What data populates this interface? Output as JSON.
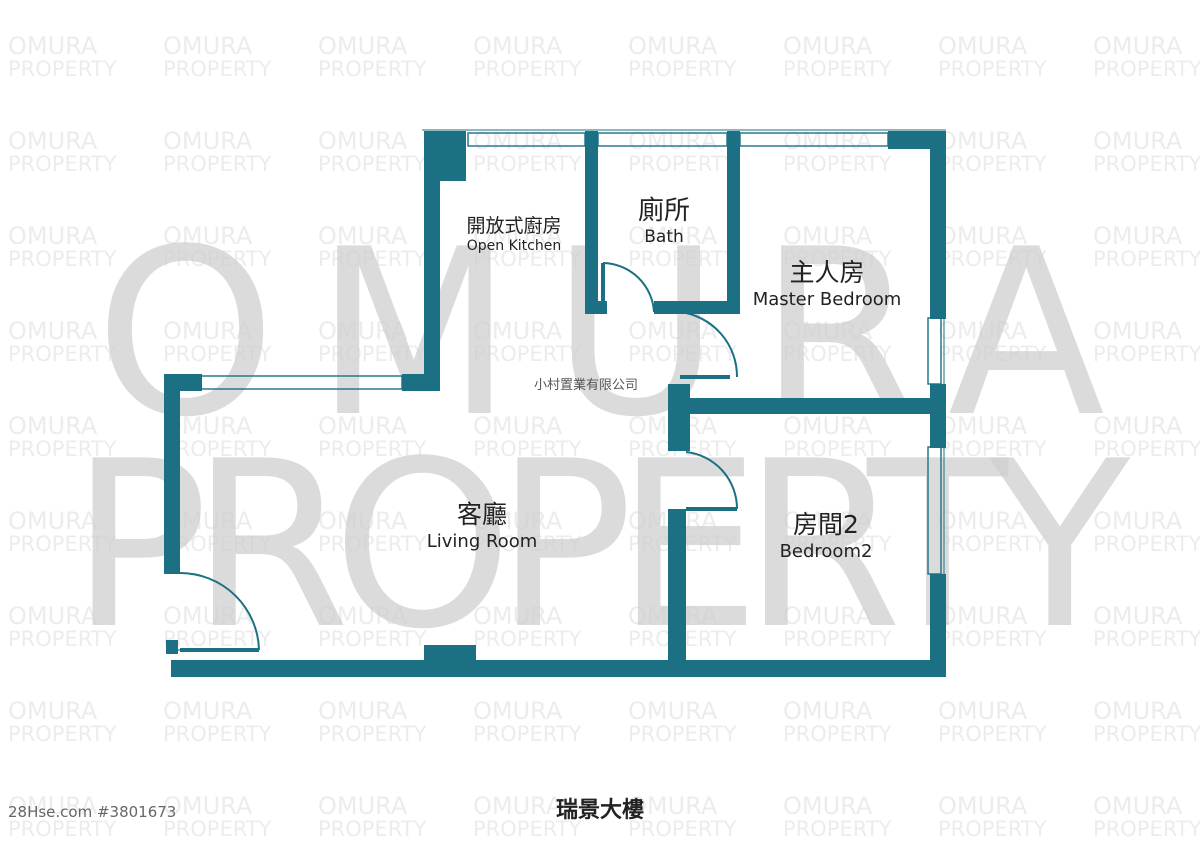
{
  "colors": {
    "wall": "#1b7083",
    "watermark": "#cfcfcf",
    "text": "#222222"
  },
  "watermark": {
    "line1": "OMURA",
    "line2": "PROPERTY"
  },
  "rooms": {
    "kitchen": {
      "zh": "開放式廚房",
      "en": "Open Kitchen"
    },
    "bath": {
      "zh": "廁所",
      "en": "Bath"
    },
    "master": {
      "zh": "主人房",
      "en": "Master Bedroom"
    },
    "living": {
      "zh": "客廳",
      "en": "Living Room"
    },
    "bedroom2": {
      "zh": "房間2",
      "en": "Bedroom2"
    }
  },
  "company": "小村置業有限公司",
  "building_name": "瑞景大樓",
  "listing_id": "28Hse.com #3801673"
}
